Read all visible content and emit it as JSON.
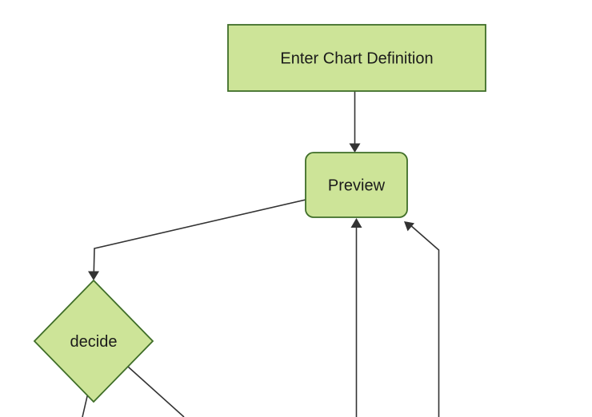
{
  "diagram": {
    "type": "flowchart",
    "orientation": "top-down",
    "background_color": "#ffffff",
    "colors": {
      "node_fill": "#cde498",
      "node_border": "#3f6e28",
      "edge_line": "#333333",
      "arrowhead": "#333333",
      "label_text": "#1a1a1a"
    },
    "nodes": [
      {
        "id": "enter-chart-definition",
        "shape": "rectangle",
        "label": "Enter Chart Definition"
      },
      {
        "id": "preview",
        "shape": "rounded-rectangle",
        "label": "Preview"
      },
      {
        "id": "decide",
        "shape": "diamond",
        "label": "decide"
      }
    ],
    "edges": [
      {
        "from": "Enter Chart Definition",
        "to": "Preview",
        "arrowhead": true
      },
      {
        "from": "Preview",
        "to": "decide",
        "arrowhead": true
      },
      {
        "from": "offscreen-bottom",
        "to": "Preview",
        "arrowhead": true
      },
      {
        "from": "offscreen-bottom-right",
        "to": "Preview",
        "arrowhead": true
      },
      {
        "from": "decide",
        "to": "offscreen-bottom-left",
        "arrowhead": false
      },
      {
        "from": "decide",
        "to": "offscreen-bottom-right",
        "arrowhead": false
      }
    ]
  }
}
